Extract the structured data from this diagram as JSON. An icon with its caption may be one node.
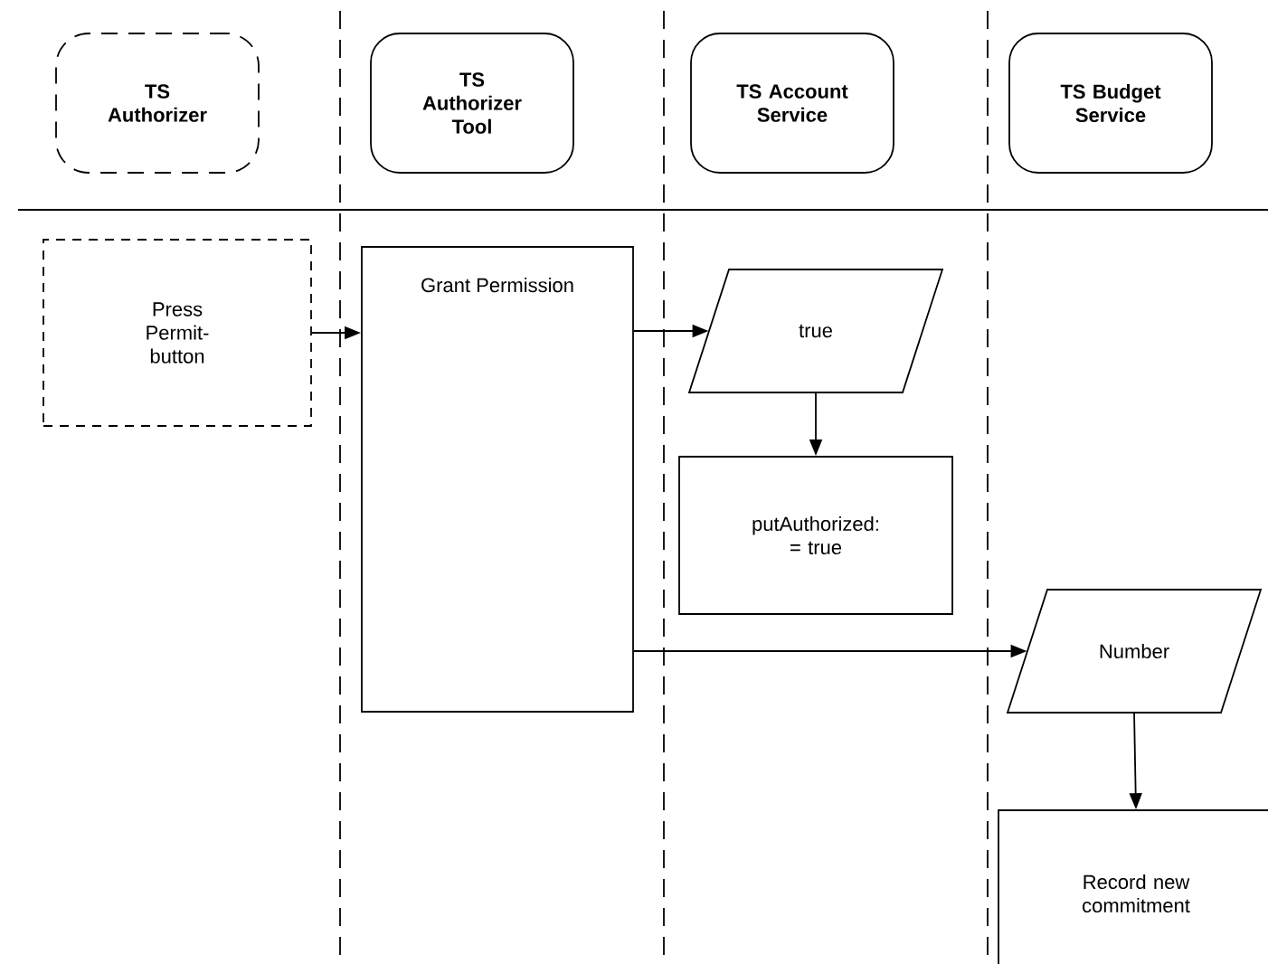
{
  "diagram": {
    "nodes": [
      {
        "text": [
          "TS Authorizer"
        ]
      },
      {
        "text": [
          "TS Authorizer Tool"
        ]
      },
      {
        "text": [
          "TS Account Service"
        ]
      },
      {
        "text": [
          "TS Budget Service"
        ]
      },
      {
        "text": [
          "Press Permit-button"
        ]
      },
      {
        "text": [
          "Grant Permission"
        ]
      },
      {
        "text": [
          "true"
        ]
      },
      {
        "text": [
          "putAuthorized: = true"
        ]
      },
      {
        "text": [
          "Number"
        ]
      },
      {
        "text": [
          "Record new commitment"
        ]
      }
    ],
    "edges": [
      {
        "from": 4,
        "to": 5,
        "arrow": "to"
      },
      {
        "from": 5,
        "to": 6,
        "arrow": "to"
      },
      {
        "from": 6,
        "to": 7,
        "arrow": "to"
      },
      {
        "from": 5,
        "to": 8,
        "arrow": "to"
      },
      {
        "from": 8,
        "to": 9,
        "arrow": "to"
      }
    ]
  }
}
